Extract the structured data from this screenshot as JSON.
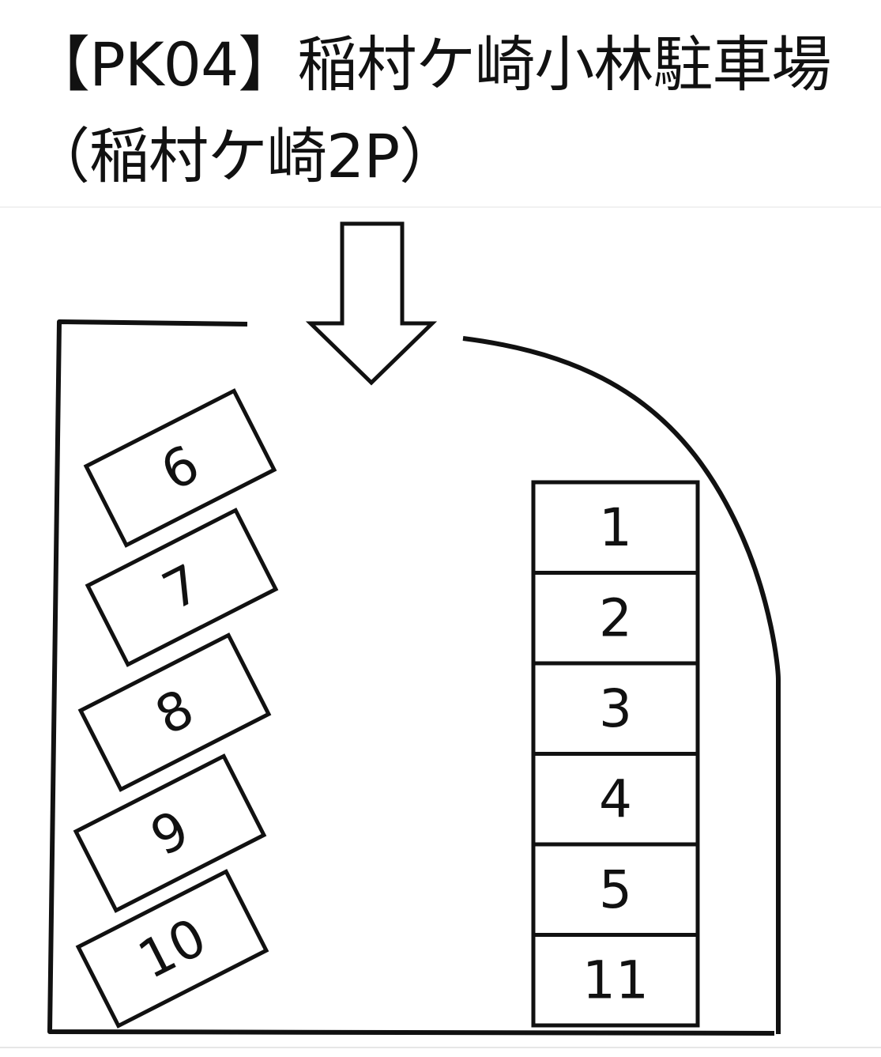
{
  "title": {
    "line1": "【PK04】稲村ケ崎小林駐車場",
    "line2": "（稲村ケ崎2P）"
  },
  "entrance_arrow": "down-arrow-icon",
  "spaces": {
    "right": [
      "1",
      "2",
      "3",
      "4",
      "5",
      "11"
    ],
    "left": [
      "6",
      "7",
      "8",
      "9",
      "10"
    ]
  },
  "colors": {
    "line": "#111111",
    "background": "#ffffff"
  }
}
